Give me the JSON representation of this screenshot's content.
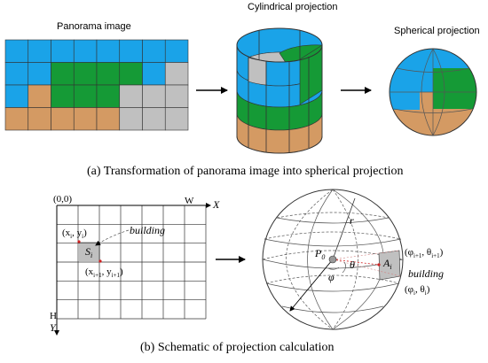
{
  "top": {
    "panorama_label": "Panorama image",
    "cylinder_label": "Cylindrical projection",
    "sphere_label": "Spherical projection",
    "caption": "(a) Transformation of panorama image into spherical projection",
    "panorama_grid": [
      [
        "blue",
        "blue",
        "blue",
        "blue",
        "blue",
        "blue",
        "blue",
        "blue"
      ],
      [
        "blue",
        "blue",
        "green",
        "green",
        "green",
        "green",
        "blue",
        "grey"
      ],
      [
        "blue",
        "brown",
        "green",
        "green",
        "green",
        "grey",
        "grey",
        "grey"
      ],
      [
        "brown",
        "brown",
        "brown",
        "brown",
        "brown",
        "grey",
        "grey",
        "grey"
      ]
    ],
    "colors": {
      "blue": "#1aa3e8",
      "green": "#159a36",
      "brown": "#d49a63",
      "grey": "#c0c0c0"
    }
  },
  "bottom": {
    "origin": "(0,0)",
    "w_label": "W",
    "x_label": "X",
    "h_label": "H",
    "y_label": "Y",
    "cell_label": "S",
    "cell_sub": "i",
    "pt1": "(x",
    "pt1_sub": "i",
    "pt1_mid": ", y",
    "pt1_sub2": "i",
    "pt1_end": ")",
    "pt2": "(x",
    "pt2_sub": "i+1",
    "pt2_mid": ", y",
    "pt2_sub2": "i+1",
    "pt2_end": ")",
    "building_label": "building",
    "r_label": "r",
    "p0_label": "P",
    "p0_sub": "0",
    "phi_label": "φ",
    "theta_label": "θ",
    "a_label": "A",
    "a_sub": "i",
    "building2_label": "building",
    "sph1": "(φ",
    "sph1_sub": "i+1",
    "sph1_mid": ", θ",
    "sph1_sub2": "i+1",
    "sph1_end": ")",
    "sph2": "(φ",
    "sph2_sub": "i",
    "sph2_mid": ", θ",
    "sph2_sub2": "i",
    "sph2_end": ")",
    "caption": "(b) Schematic of projection calculation",
    "highlight_color": "#c0c0c0"
  }
}
